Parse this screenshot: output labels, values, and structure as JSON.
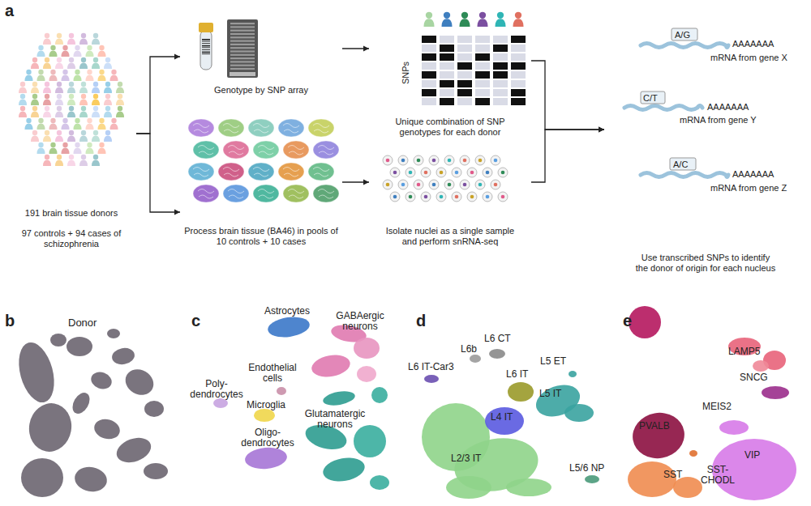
{
  "diagram": {
    "nodes": [
      {
        "text": [
          "191 brain tissue donors",
          "97 controls + 94 cases of schizophrenia"
        ]
      },
      {
        "text": [
          "Genotype by SNP array"
        ]
      },
      {
        "text": [
          "Process brain tissue (BA46) in pools of 10 controls + 10 cases"
        ]
      },
      {
        "text": [
          "Unique combination of SNP genotypes for each donor"
        ]
      },
      {
        "text": [
          "Isolate nuclei as a single sample and perform snRNA-seq"
        ]
      },
      {
        "text": [
          "Use transcribed SNPs to identify the donor of origin for each nucleus"
        ]
      }
    ],
    "edges": [
      {
        "from": 0,
        "to": 1,
        "arrow": "to"
      },
      {
        "from": 0,
        "to": 2,
        "arrow": "to"
      },
      {
        "from": 1,
        "to": 3,
        "arrow": "to"
      },
      {
        "from": 2,
        "to": 4,
        "arrow": "to"
      },
      {
        "from": 3,
        "to": 5,
        "arrow": "to"
      },
      {
        "from": 4,
        "to": 5,
        "arrow": "to"
      }
    ],
    "labels": [
      "a",
      "SNPs",
      "A/G",
      "AAAAAAA",
      "mRNA from gene X",
      "C/T",
      "AAAAAAA",
      "mRNA from gene Y",
      "A/C",
      "AAAAAAA",
      "mRNA from gene Z",
      "b",
      "Donor",
      "c",
      "Astrocytes",
      "GABAergic neurons",
      "Endothelial cells",
      "Poly-dendrocytes",
      "Microglia",
      "Oligo-dendrocytes",
      "Glutamatergic neurons",
      "d",
      "L6 CT",
      "L6b",
      "L6 IT-Car3",
      "L6 IT",
      "L5 ET",
      "L4 IT",
      "L5 IT",
      "L2/3 IT",
      "L5/6 NP",
      "e",
      "LAMP5",
      "SNCG",
      "PVALB",
      "MEIS2",
      "SST",
      "SST-CHODL",
      "VIP"
    ]
  }
}
